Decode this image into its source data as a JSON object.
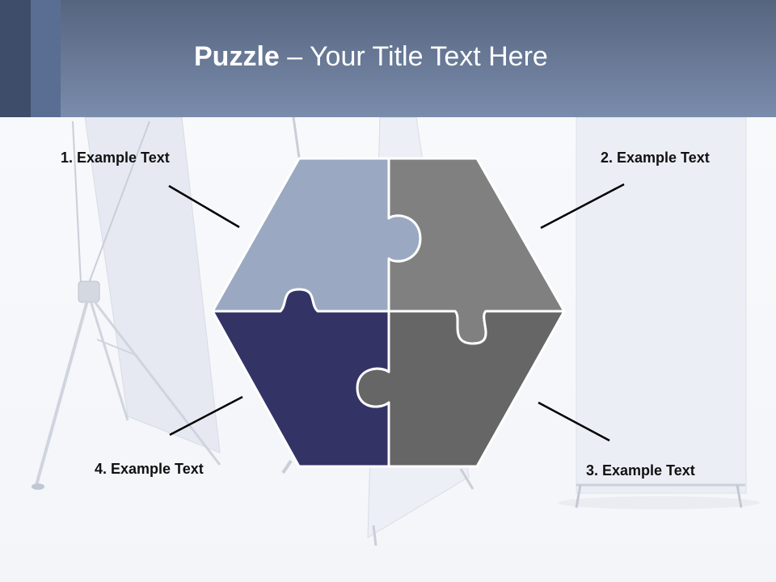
{
  "title": {
    "bold": "Puzzle",
    "rest": "  – Your Title Text Here"
  },
  "pieces": [
    {
      "label": "1. Example Text",
      "color": "#9aa9c1",
      "position": "top-left"
    },
    {
      "label": "2. Example Text",
      "color": "#808080",
      "position": "top-right"
    },
    {
      "label": "3. Example Text",
      "color": "#666666",
      "position": "bottom-right"
    },
    {
      "label": "4. Example Text",
      "color": "#333366",
      "position": "bottom-left"
    }
  ],
  "colors": {
    "header_dark": "#56657f",
    "header_light": "#7a8cac",
    "piece_outline": "#ffffff",
    "connector": "#000000"
  }
}
